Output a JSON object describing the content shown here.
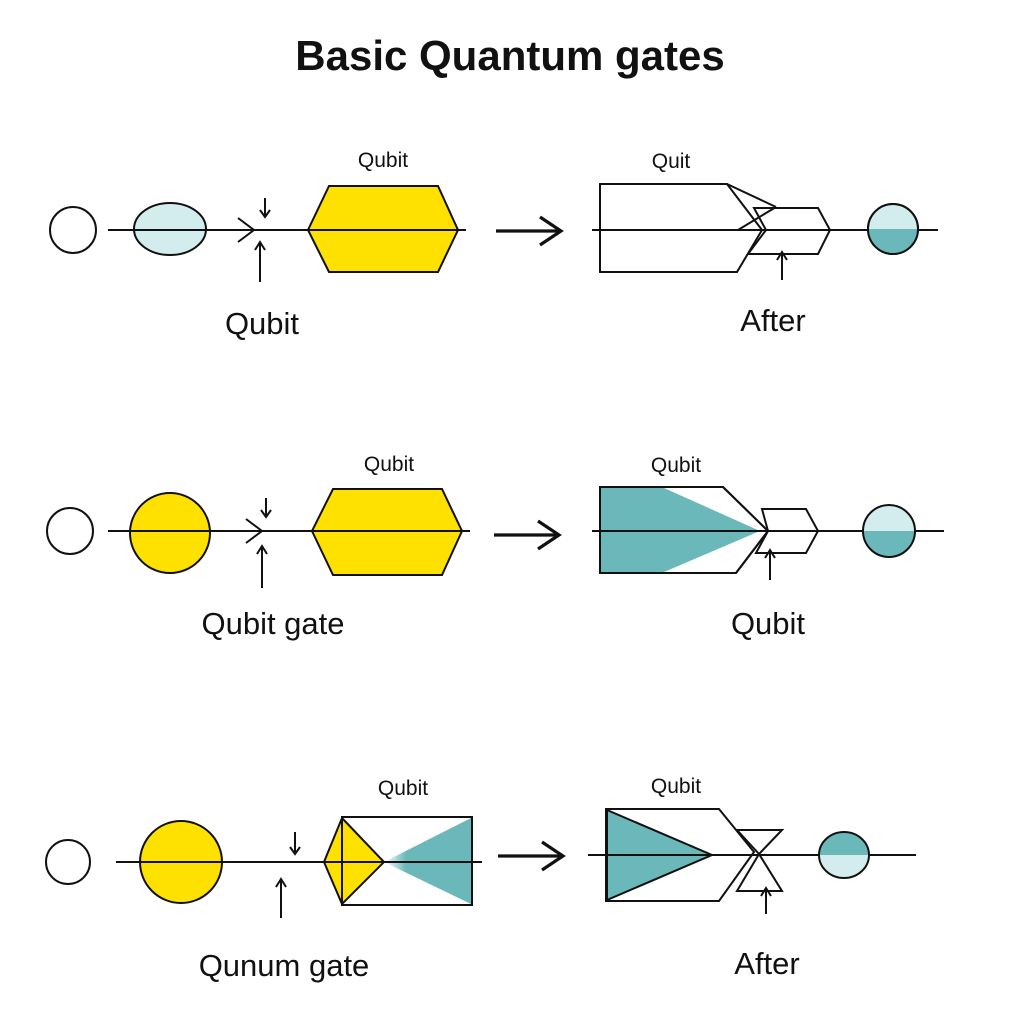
{
  "title": "Basic Quantum gates",
  "colors": {
    "yellow": "#FFE100",
    "teal": "#6BB8BA",
    "light_teal": "#D3ECEE",
    "line": "#111111",
    "background": "#FFFFFF"
  },
  "rows": [
    {
      "gate_label": "Qubit",
      "left_label": "Qubit",
      "out_gate_label": "Quit",
      "right_label": "After"
    },
    {
      "gate_label": "Qubit",
      "left_label": "Qubit gate",
      "out_gate_label": "Qubit",
      "right_label": "Qubit"
    },
    {
      "gate_label": "Qubit",
      "left_label": "Qunum gate",
      "out_gate_label": "Qubit",
      "right_label": "After"
    }
  ]
}
